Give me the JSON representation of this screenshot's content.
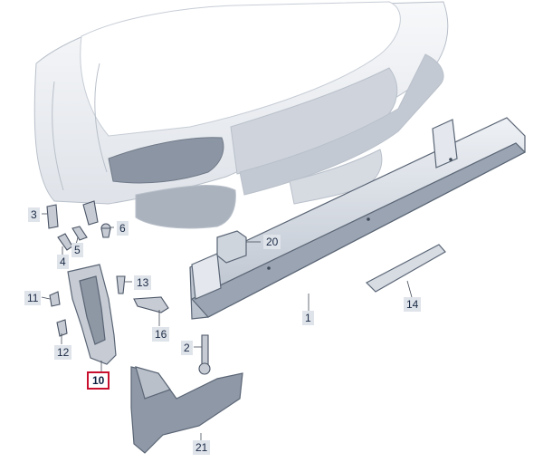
{
  "callouts": {
    "c1": "1",
    "c2": "2",
    "c3": "3",
    "c4": "4",
    "c5": "5",
    "c6": "6",
    "c10": "10",
    "c11": "11",
    "c12": "12",
    "c13": "13",
    "c14": "14",
    "c16": "16",
    "c20": "20",
    "c21": "21"
  },
  "highlight_color": "#c8102e",
  "label_bg_color": "#dfe3ea"
}
